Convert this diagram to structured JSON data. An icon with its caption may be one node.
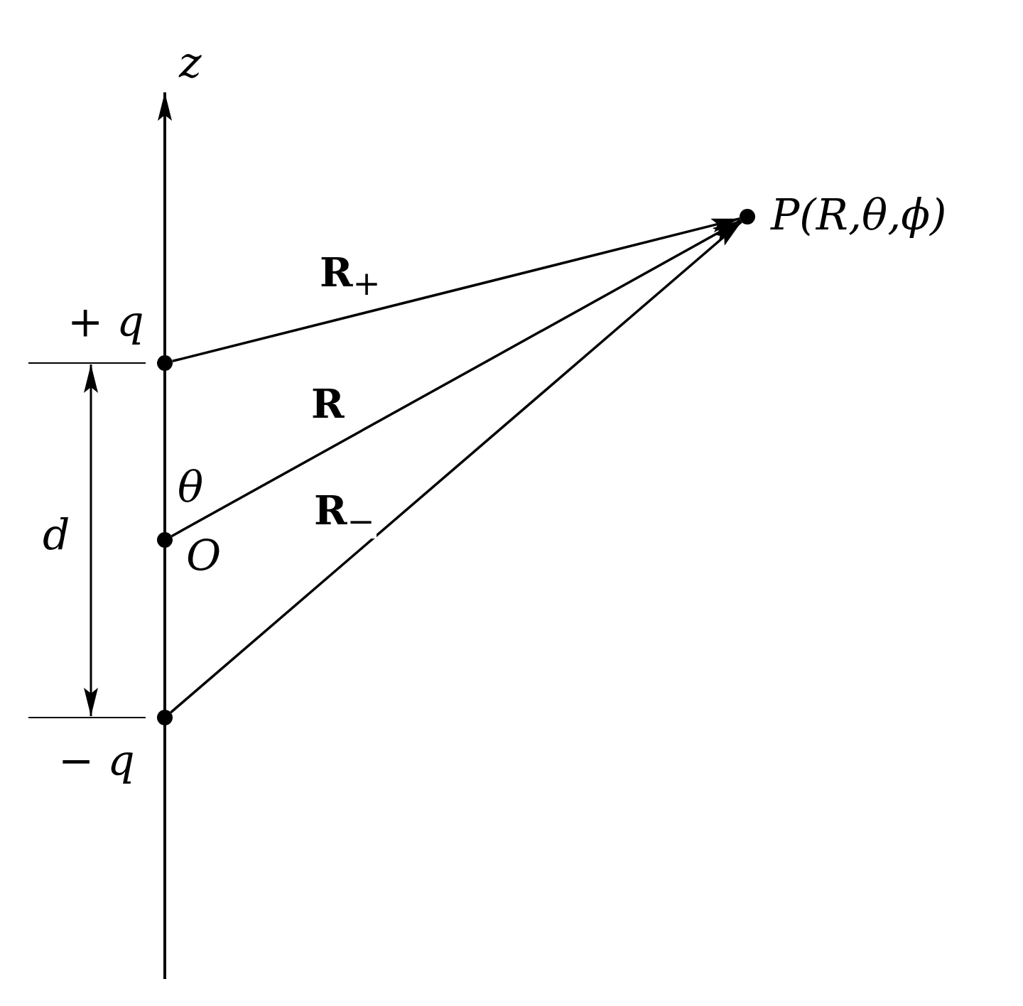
{
  "diagram": {
    "nodes": [
      {
        "text": [],
        "shape": "circle",
        "beside": [
          "+ q"
        ]
      },
      {
        "text": [],
        "shape": "circle",
        "beside": [
          "O"
        ]
      },
      {
        "text": [],
        "shape": "circle",
        "beside": [
          "− q"
        ]
      },
      {
        "text": [],
        "shape": "circle",
        "beside": [
          "P(R,θ,ϕ)"
        ]
      }
    ],
    "edges": [
      {
        "from": 0,
        "to": 3,
        "arrow": "to",
        "label": "**R**$_{+}$"
      },
      {
        "from": 1,
        "to": 3,
        "arrow": "to",
        "label": "**R**"
      },
      {
        "from": 2,
        "to": 3,
        "arrow": "to",
        "label": "**R**$_{−}$"
      }
    ],
    "labels": [
      "z",
      "θ",
      "d"
    ]
  }
}
